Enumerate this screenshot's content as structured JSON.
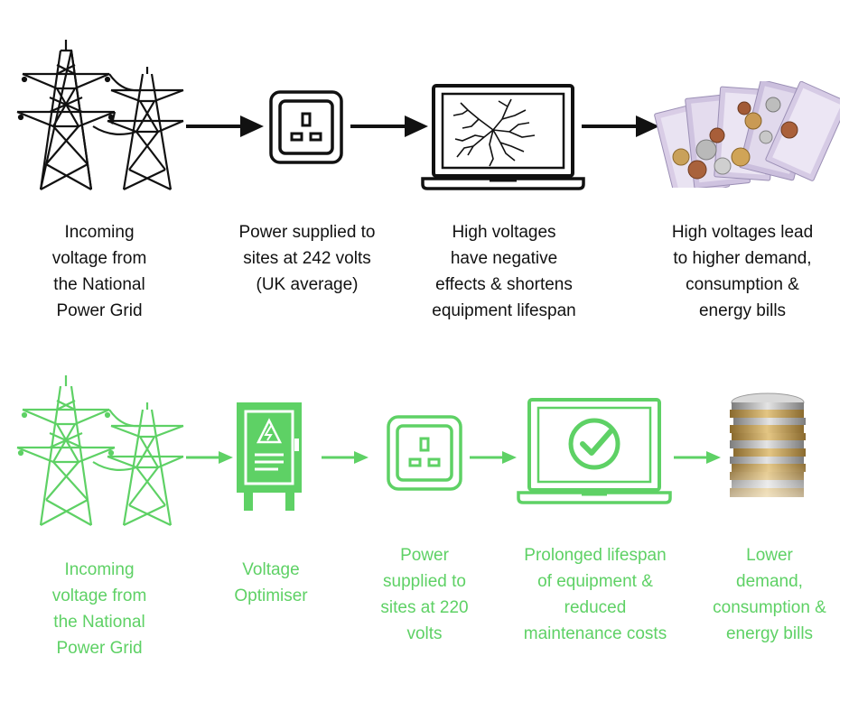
{
  "colors": {
    "black": "#111111",
    "green": "#5ed165"
  },
  "top_row": {
    "steps": [
      {
        "icon": "power-pylons-icon",
        "label": "Incoming\nvoltage from\nthe National\nPower Grid"
      },
      {
        "icon": "power-socket-icon",
        "label": "Power supplied to\nsites at 242 volts\n(UK average)"
      },
      {
        "icon": "cracked-laptop-icon",
        "label": "High voltages\nhave negative\neffects & shortens\nequipment lifespan"
      },
      {
        "icon": "banknotes-and-coins-icon",
        "label": "High voltages lead\nto higher demand,\nconsumption &\nenergy bills"
      }
    ]
  },
  "bottom_row": {
    "steps": [
      {
        "icon": "power-pylons-icon",
        "label": "Incoming\nvoltage from\nthe National\nPower Grid"
      },
      {
        "icon": "voltage-optimiser-cabinet-icon",
        "label": "Voltage\nOptimiser"
      },
      {
        "icon": "power-socket-icon",
        "label": "Power\nsupplied to\nsites at 220\nvolts"
      },
      {
        "icon": "laptop-checkmark-icon",
        "label": "Prolonged lifespan\nof equipment &\nreduced\nmaintenance costs"
      },
      {
        "icon": "coin-stack-icon",
        "label": "Lower\ndemand,\nconsumption &\nenergy bills"
      }
    ]
  }
}
